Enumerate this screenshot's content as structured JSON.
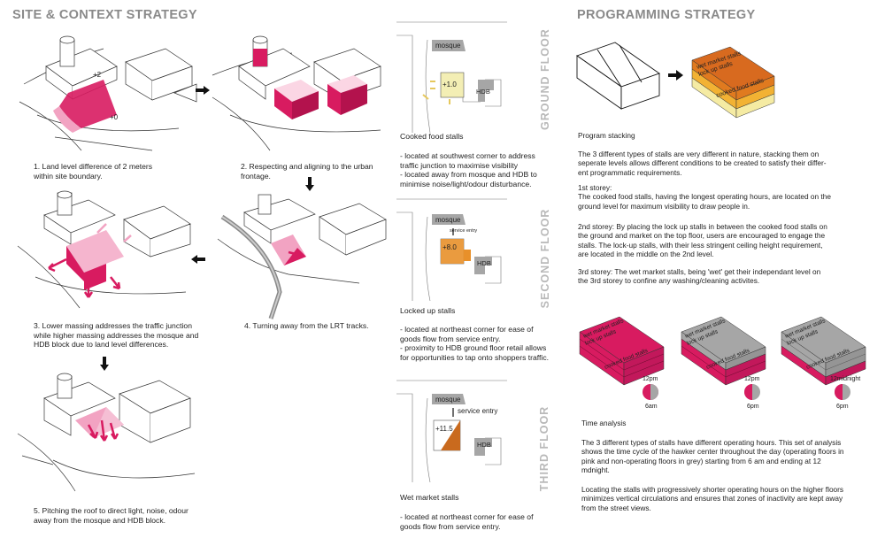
{
  "headings": {
    "site": "SITE & CONTEXT STRATEGY",
    "programming": "PROGRAMMING STRATEGY"
  },
  "site_steps": [
    {
      "caption": "1. Land level difference of 2 meters\nwithin site boundary.",
      "level_high": "+2",
      "level_low": "+0"
    },
    {
      "caption": "2. Respecting and aligning to the urban\nfrontage."
    },
    {
      "caption": "3. Lower massing addresses the traffic junction\nwhile higher massing addresses the mosque and\nHDB block due to land level differences."
    },
    {
      "caption": "4. Turning away from the LRT tracks."
    },
    {
      "caption": "5. Pitching the roof to direct light, noise, odour\naway from the mosque and HDB block."
    }
  ],
  "floors": [
    {
      "side_label": "GROUND FLOOR",
      "level": "+1.0",
      "mosque": "mosque",
      "hdb": "HDB",
      "title": "Cooked food stalls",
      "desc": "- located at southwest corner to address\ntraffic junction to maximise visibility\n- located away from mosque and HDB to\nminimise noise/light/odour disturbance.",
      "color": "#f3eeb4"
    },
    {
      "side_label": "SECOND FLOOR",
      "level": "+8.0",
      "mosque": "mosque",
      "hdb": "HDB",
      "service": "service entry",
      "title": "Locked up stalls",
      "desc": "- located at northeast corner for ease of\ngoods flow from service entry.\n- proximity to HDB ground floor retail allows\nfor opportunities to tap onto shoppers traffic.",
      "color": "#e8902a"
    },
    {
      "side_label": "THIRD FLOOR",
      "level": "+11.5",
      "mosque": "mosque",
      "hdb": "HDB",
      "service": "service entry",
      "title": "Wet market stalls",
      "desc": "- located at northeast corner for ease of\ngoods flow from service entry.",
      "color": "#c96a1e"
    }
  ],
  "stack_labels": {
    "wet": "wet market stalls",
    "lock": "lock up stalls",
    "cooked": "cooked food stalls"
  },
  "program_text": {
    "title": "Program stacking",
    "p1": "The 3 different types of stalls are very different in nature, stacking them on\nseperate levels allows different conditions to be created to satisfy their differ-\nent programmatic requirements.",
    "p2": "1st storey:\nThe cooked food stalls, having the longest operating hours, are located on the\nground level for maximum visibility to draw people in.",
    "p3": "2nd storey:  By placing the lock up stalls in between the cooked food stalls on\nthe ground and market on the top floor, users are encouraged to engage the\nstalls. The lock-up stalls, with their less stringent ceiling height requirement,\nare located in the middle on the 2nd level.",
    "p4": " 3rd storey:  The wet market stalls, being 'wet' get their independant level on\nthe 3rd storey to confine any washing/cleaning activites."
  },
  "time_states": [
    {
      "top": "12pm",
      "bottom": "6am"
    },
    {
      "top": "12pm",
      "bottom": "6pm"
    },
    {
      "top": "12midnight",
      "bottom": "6pm"
    }
  ],
  "time_text": {
    "title": "Time analysis",
    "p1": "The 3 different types of stalls have different operating hours. This set of analysis\nshows the time cycle of the hawker center throughout the day (operating floors in\npink and non-operating floors in grey) starting from 6 am and ending at 12\nmdnight.",
    "p2": "Locating the stalls with progressively shorter operating hours on the higher floors\nminimizes vertical circulations and ensures that zones of inactivity are kept away\nfrom the street views."
  },
  "colors": {
    "magenta": "#d81b60",
    "pink": "#f2a3c2",
    "grey": "#a6a6a6",
    "orange": "#e07a1f",
    "yellow": "#f5eba3",
    "heading": "#8a8a8a"
  }
}
